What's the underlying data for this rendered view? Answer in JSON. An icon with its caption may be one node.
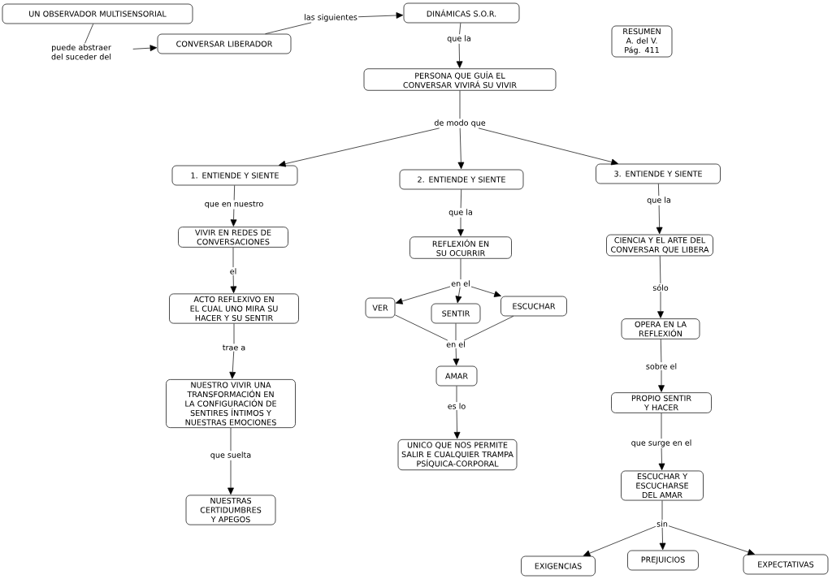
{
  "diagram": {
    "nodes": [
      {
        "text": [
          "UN OBSERVADOR MULTISENSORIAL"
        ]
      },
      {
        "text": [
          "puede abstraer del suceder del"
        ]
      },
      {
        "text": [
          "CONVERSAR LIBERADOR"
        ]
      },
      {
        "text": [
          "las siguientes"
        ]
      },
      {
        "text": [
          "DINÁMICAS S.O.R."
        ]
      },
      {
        "text": [
          "que la"
        ]
      },
      {
        "text": [
          "PERSONA QUE GUÍA EL CONVERSAR VIVIRÁ SU VIVIR"
        ]
      },
      {
        "text": [
          "de modo que"
        ]
      },
      {
        "text": [
          "1. ENTIENDE Y SIENTE"
        ]
      },
      {
        "text": [
          "2. ENTIENDE Y SIENTE"
        ]
      },
      {
        "text": [
          "3. ENTIENDE Y SIENTE"
        ]
      },
      {
        "text": [
          "que en nuestro"
        ]
      },
      {
        "text": [
          "VIVIR EN REDES DE CONVERSACIONES"
        ]
      },
      {
        "text": [
          "el"
        ]
      },
      {
        "text": [
          "ACTO REFLEXIVO EN EL CUAL UNO MIRA SU HACER Y SU SENTIR"
        ]
      },
      {
        "text": [
          "trae a"
        ]
      },
      {
        "text": [
          "NUESTRO VIVIR UNA TRANSFORMACIÓN EN LA CONFIGURACIÓN DE SENTIRES ÍNTIMOS Y NUESTRAS EMOCIONES"
        ]
      },
      {
        "text": [
          "que suelta"
        ]
      },
      {
        "text": [
          "NUESTRAS CERTIDUMBRES Y APEGOS"
        ]
      },
      {
        "text": [
          "que la"
        ]
      },
      {
        "text": [
          "REFLEXIÓN EN SU OCURRIR"
        ]
      },
      {
        "text": [
          "en el"
        ]
      },
      {
        "text": [
          "VER"
        ]
      },
      {
        "text": [
          "SENTIR"
        ]
      },
      {
        "text": [
          "ESCUCHAR"
        ]
      },
      {
        "text": [
          "en el"
        ]
      },
      {
        "text": [
          "AMAR"
        ]
      },
      {
        "text": [
          "es lo"
        ]
      },
      {
        "text": [
          "UNICO QUE NOS PERMITE SALIR E CUALQUIER TRAMPA PSÍQUICA-CORPORAL"
        ]
      },
      {
        "text": [
          "que la"
        ]
      },
      {
        "text": [
          "CIENCIA Y EL ARTE DEL CONVERSAR QUE LIBERA"
        ]
      },
      {
        "text": [
          "sólo"
        ]
      },
      {
        "text": [
          "OPERA EN LA REFLEXIÓN"
        ]
      },
      {
        "text": [
          "sobre el"
        ]
      },
      {
        "text": [
          "PROPIO SENTIR Y HACER"
        ]
      },
      {
        "text": [
          "que surge en el"
        ]
      },
      {
        "text": [
          "ESCUCHAR Y ESCUCHARSE DEL AMAR"
        ]
      },
      {
        "text": [
          "sin"
        ]
      },
      {
        "text": [
          "EXIGENCIAS"
        ]
      },
      {
        "text": [
          "PREJUICIOS"
        ]
      },
      {
        "text": [
          "EXPECTATIVAS"
        ]
      },
      {
        "text": [
          "RESUMEN A. del V. Pág. 411"
        ]
      }
    ],
    "edges": [
      {
        "from": 0,
        "to": 1,
        "arrow": "none"
      },
      {
        "from": 1,
        "to": 2,
        "arrow": "to"
      },
      {
        "from": 2,
        "to": 3,
        "arrow": "none"
      },
      {
        "from": 3,
        "to": 4,
        "arrow": "to"
      },
      {
        "from": 4,
        "to": 5,
        "arrow": "none"
      },
      {
        "from": 5,
        "to": 6,
        "arrow": "to"
      },
      {
        "from": 6,
        "to": 7,
        "arrow": "none"
      },
      {
        "from": 7,
        "to": 8,
        "arrow": "to"
      },
      {
        "from": 7,
        "to": 9,
        "arrow": "to"
      },
      {
        "from": 7,
        "to": 10,
        "arrow": "to"
      },
      {
        "from": 8,
        "to": 11,
        "arrow": "none"
      },
      {
        "from": 11,
        "to": 12,
        "arrow": "to"
      },
      {
        "from": 12,
        "to": 13,
        "arrow": "none"
      },
      {
        "from": 13,
        "to": 14,
        "arrow": "to"
      },
      {
        "from": 14,
        "to": 15,
        "arrow": "none"
      },
      {
        "from": 15,
        "to": 16,
        "arrow": "to"
      },
      {
        "from": 16,
        "to": 17,
        "arrow": "none"
      },
      {
        "from": 17,
        "to": 18,
        "arrow": "to"
      },
      {
        "from": 9,
        "to": 19,
        "arrow": "none"
      },
      {
        "from": 19,
        "to": 20,
        "arrow": "to"
      },
      {
        "from": 20,
        "to": 21,
        "arrow": "none"
      },
      {
        "from": 21,
        "to": 22,
        "arrow": "to"
      },
      {
        "from": 21,
        "to": 23,
        "arrow": "to"
      },
      {
        "from": 21,
        "to": 24,
        "arrow": "to"
      },
      {
        "from": 22,
        "to": 25,
        "arrow": "none"
      },
      {
        "from": 23,
        "to": 25,
        "arrow": "none"
      },
      {
        "from": 24,
        "to": 25,
        "arrow": "none"
      },
      {
        "from": 25,
        "to": 26,
        "arrow": "to"
      },
      {
        "from": 26,
        "to": 27,
        "arrow": "none"
      },
      {
        "from": 27,
        "to": 28,
        "arrow": "to"
      },
      {
        "from": 10,
        "to": 29,
        "arrow": "none"
      },
      {
        "from": 29,
        "to": 30,
        "arrow": "to"
      },
      {
        "from": 30,
        "to": 31,
        "arrow": "none"
      },
      {
        "from": 31,
        "to": 32,
        "arrow": "to"
      },
      {
        "from": 32,
        "to": 33,
        "arrow": "none"
      },
      {
        "from": 33,
        "to": 34,
        "arrow": "to"
      },
      {
        "from": 34,
        "to": 35,
        "arrow": "none"
      },
      {
        "from": 35,
        "to": 36,
        "arrow": "to"
      },
      {
        "from": 36,
        "to": 37,
        "arrow": "none"
      },
      {
        "from": 37,
        "to": 38,
        "arrow": "to"
      },
      {
        "from": 37,
        "to": 39,
        "arrow": "to"
      },
      {
        "from": 37,
        "to": 40,
        "arrow": "to"
      }
    ]
  }
}
